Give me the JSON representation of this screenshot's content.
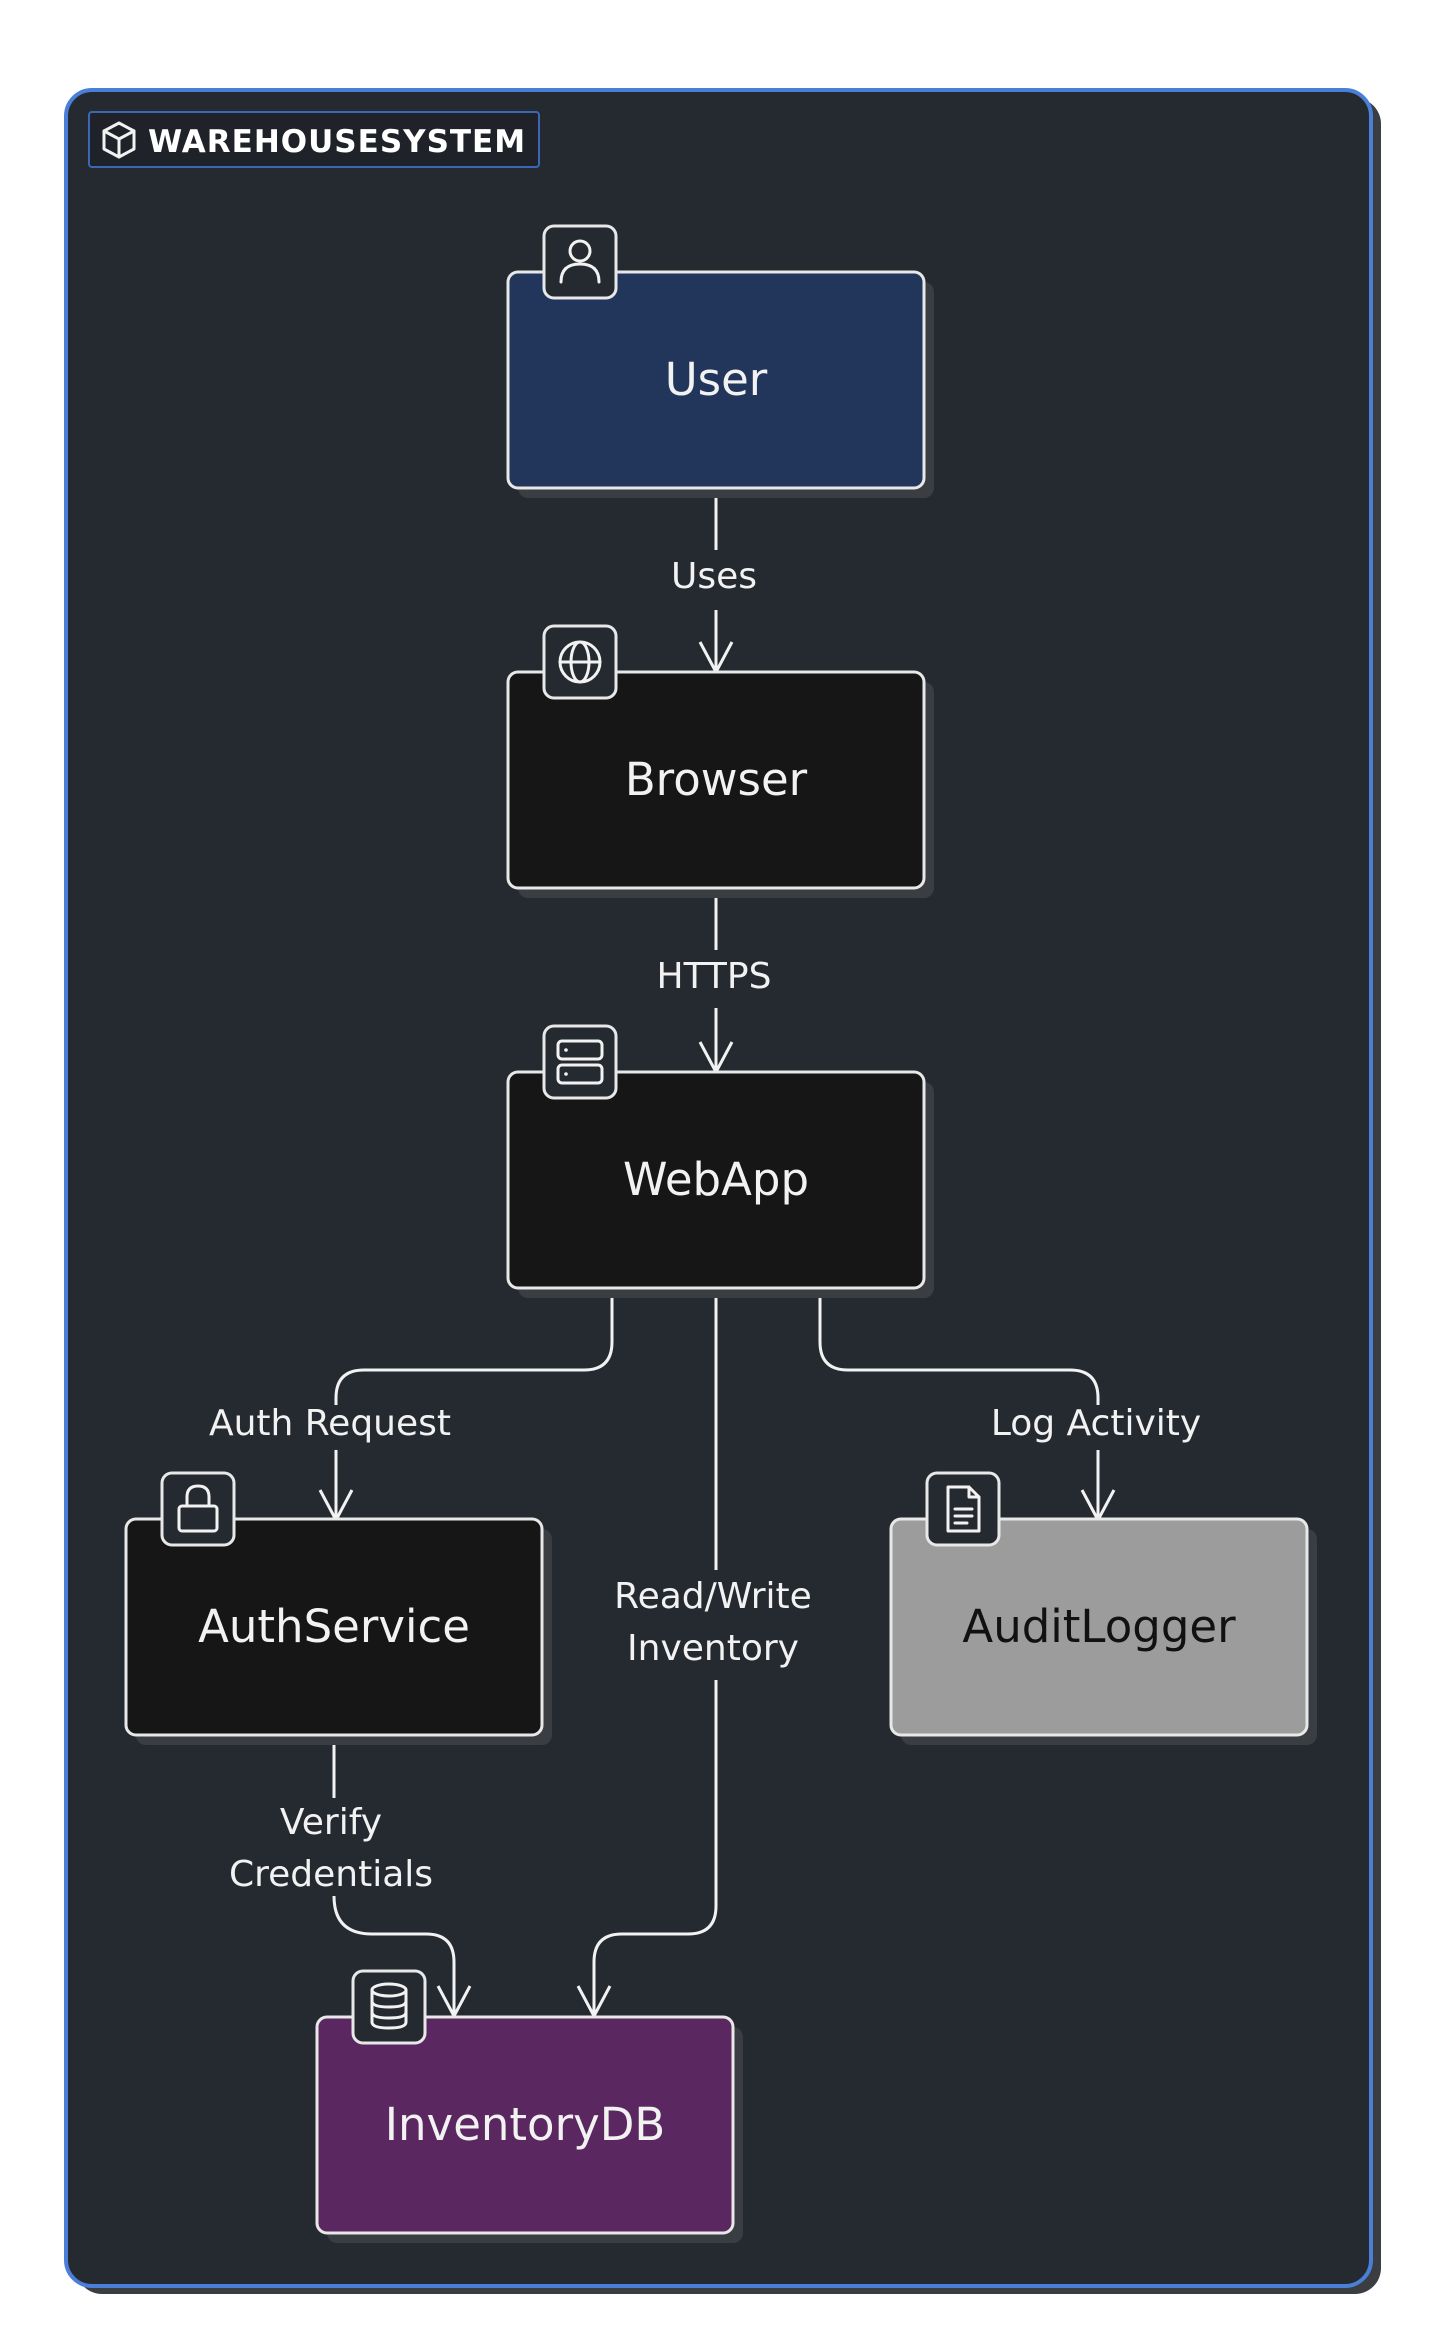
{
  "group": {
    "label": "WAREHOUSESYSTEM",
    "icon": "cube-icon",
    "background": "#252a31",
    "border": "#4a7fd8"
  },
  "nodes": {
    "user": {
      "label": "User",
      "icon": "user-icon",
      "fill": "#21365a",
      "text_color": "#f2f2f2"
    },
    "browser": {
      "label": "Browser",
      "icon": "globe-icon",
      "fill": "#161616",
      "text_color": "#f2f2f2"
    },
    "webapp": {
      "label": "WebApp",
      "icon": "server-icon",
      "fill": "#161616",
      "text_color": "#f2f2f2"
    },
    "authservice": {
      "label": "AuthService",
      "icon": "lock-icon",
      "fill": "#161616",
      "text_color": "#f2f2f2"
    },
    "auditlogger": {
      "label": "AuditLogger",
      "icon": "document-icon",
      "fill": "#9c9c9c",
      "text_color": "#111111"
    },
    "inventorydb": {
      "label": "InventoryDB",
      "icon": "database-icon",
      "fill": "#5a2760",
      "text_color": "#f2f2f2"
    }
  },
  "edges": {
    "uses": {
      "from": "User",
      "to": "Browser",
      "label": "Uses"
    },
    "https": {
      "from": "Browser",
      "to": "WebApp",
      "label": "HTTPS"
    },
    "auth_request": {
      "from": "WebApp",
      "to": "AuthService",
      "label": "Auth Request"
    },
    "log_activity": {
      "from": "WebApp",
      "to": "AuditLogger",
      "label": "Log Activity"
    },
    "read_write": {
      "from": "WebApp",
      "to": "InventoryDB",
      "label_line1": "Read/Write",
      "label_line2": "Inventory"
    },
    "verify": {
      "from": "AuthService",
      "to": "InventoryDB",
      "label_line1": "Verify",
      "label_line2": "Credentials"
    }
  }
}
